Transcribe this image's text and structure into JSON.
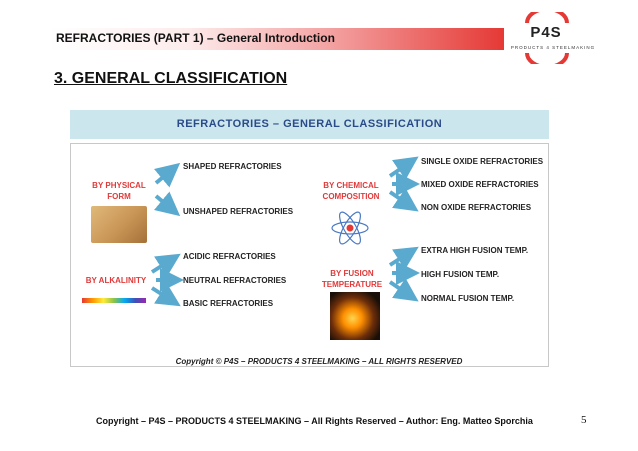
{
  "header": {
    "title": "REFRACTORIES (PART 1) – General Introduction"
  },
  "logo": {
    "name": "P4S",
    "tagline": "PRODUCTS 4 STEELMAKING",
    "accent": "#e53935"
  },
  "section_title": "3. GENERAL CLASSIFICATION",
  "figure": {
    "banner": "REFRACTORIES – GENERAL CLASSIFICATION",
    "groups": [
      {
        "category": "BY PHYSICAL FORM",
        "items": [
          "SHAPED REFRACTORIES",
          "UNSHAPED REFRACTORIES"
        ]
      },
      {
        "category": "BY ALKALINITY",
        "items": [
          "ACIDIC REFRACTORIES",
          "NEUTRAL REFRACTORIES",
          "BASIC REFRACTORIES"
        ]
      },
      {
        "category": "BY CHEMICAL COMPOSITION",
        "items": [
          "SINGLE OXIDE REFRACTORIES",
          "MIXED OXIDE REFRACTORIES",
          "NON OXIDE REFRACTORIES"
        ]
      },
      {
        "category": "BY FUSION TEMPERATURE",
        "items": [
          "EXTRA HIGH FUSION TEMP.",
          "HIGH FUSION TEMP.",
          "NORMAL FUSION TEMP."
        ]
      }
    ],
    "copyright": "Copyright © P4S – PRODUCTS 4 STEELMAKING – ALL RIGHTS RESERVED"
  },
  "footer": {
    "copyright": "Copyright – P4S – PRODUCTS 4 STEELMAKING – All Rights Reserved – Author: Eng. Matteo Sporchia",
    "page_number": "5"
  },
  "colors": {
    "category_text": "#e03a3a",
    "arrow": "#5aa9cf",
    "banner_bg": "#cce6ee"
  }
}
